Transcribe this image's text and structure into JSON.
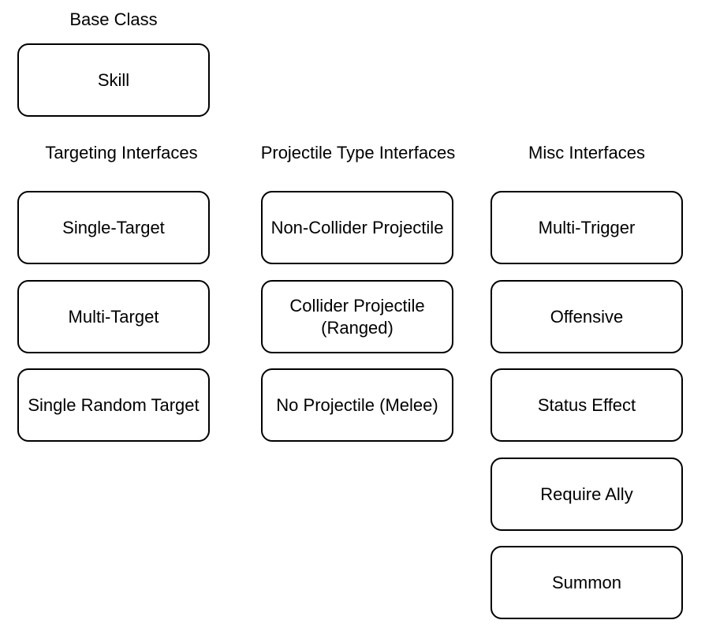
{
  "base_class": {
    "heading": "Base Class",
    "items": [
      "Skill"
    ]
  },
  "targeting": {
    "heading": "Targeting Interfaces",
    "items": [
      "Single-Target",
      "Multi-Target",
      "Single Random Target"
    ]
  },
  "projectile": {
    "heading": "Projectile Type Interfaces",
    "items": [
      "Non-Collider Projectile",
      "Collider Projectile\n(Ranged)",
      "No Projectile (Melee)"
    ]
  },
  "misc": {
    "heading": "Misc Interfaces",
    "items": [
      "Multi-Trigger",
      "Offensive",
      "Status Effect",
      "Require Ally",
      "Summon"
    ]
  }
}
